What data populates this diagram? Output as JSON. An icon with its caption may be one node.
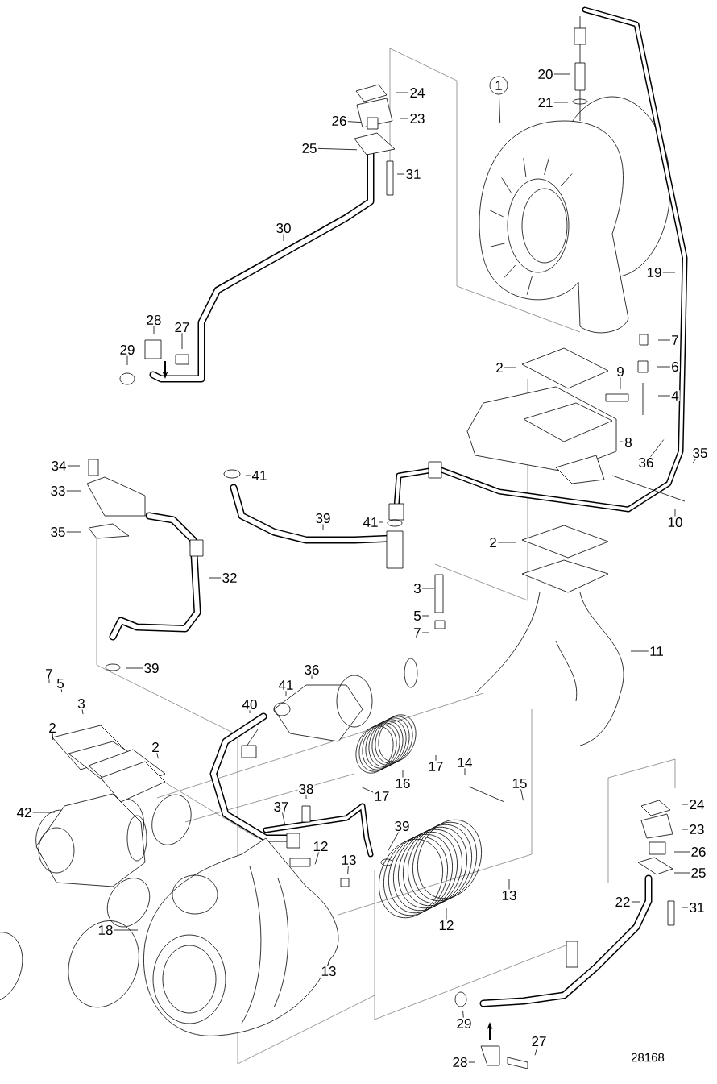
{
  "diagram": {
    "nodes": [
      {
        "text": [
          "1"
        ]
      },
      {
        "text": [
          "20"
        ]
      },
      {
        "text": [
          "21"
        ]
      },
      {
        "text": [
          "24"
        ]
      },
      {
        "text": [
          "23"
        ]
      },
      {
        "text": [
          "26"
        ]
      },
      {
        "text": [
          "25"
        ]
      },
      {
        "text": [
          "31"
        ]
      },
      {
        "text": [
          "30"
        ]
      },
      {
        "text": [
          "19"
        ]
      },
      {
        "text": [
          "28"
        ]
      },
      {
        "text": [
          "27"
        ]
      },
      {
        "text": [
          "29"
        ]
      },
      {
        "text": [
          "7"
        ]
      },
      {
        "text": [
          "2"
        ]
      },
      {
        "text": [
          "6"
        ]
      },
      {
        "text": [
          "9"
        ]
      },
      {
        "text": [
          "4"
        ]
      },
      {
        "text": [
          "8"
        ]
      },
      {
        "text": [
          "36"
        ]
      },
      {
        "text": [
          "35"
        ]
      },
      {
        "text": [
          "34"
        ]
      },
      {
        "text": [
          "41"
        ]
      },
      {
        "text": [
          "33"
        ]
      },
      {
        "text": [
          "10"
        ]
      },
      {
        "text": [
          "35"
        ]
      },
      {
        "text": [
          "39"
        ]
      },
      {
        "text": [
          "41"
        ]
      },
      {
        "text": [
          "2"
        ]
      },
      {
        "text": [
          "32"
        ]
      },
      {
        "text": [
          "3"
        ]
      },
      {
        "text": [
          "5"
        ]
      },
      {
        "text": [
          "7"
        ]
      },
      {
        "text": [
          "11"
        ]
      },
      {
        "text": [
          "39"
        ]
      },
      {
        "text": [
          "36"
        ]
      },
      {
        "text": [
          "7"
        ]
      },
      {
        "text": [
          "5"
        ]
      },
      {
        "text": [
          "41"
        ]
      },
      {
        "text": [
          "40"
        ]
      },
      {
        "text": [
          "3"
        ]
      },
      {
        "text": [
          "2"
        ]
      },
      {
        "text": [
          "2"
        ]
      },
      {
        "text": [
          "17"
        ]
      },
      {
        "text": [
          "16"
        ]
      },
      {
        "text": [
          "17"
        ]
      },
      {
        "text": [
          "14"
        ]
      },
      {
        "text": [
          "15"
        ]
      },
      {
        "text": [
          "38"
        ]
      },
      {
        "text": [
          "42"
        ]
      },
      {
        "text": [
          "24"
        ]
      },
      {
        "text": [
          "37"
        ]
      },
      {
        "text": [
          "12"
        ]
      },
      {
        "text": [
          "13"
        ]
      },
      {
        "text": [
          "39"
        ]
      },
      {
        "text": [
          "23"
        ]
      },
      {
        "text": [
          "26"
        ]
      },
      {
        "text": [
          "25"
        ]
      },
      {
        "text": [
          "13"
        ]
      },
      {
        "text": [
          "12"
        ]
      },
      {
        "text": [
          "18"
        ]
      },
      {
        "text": [
          "22"
        ]
      },
      {
        "text": [
          "31"
        ]
      },
      {
        "text": [
          "13"
        ]
      },
      {
        "text": [
          "29"
        ]
      },
      {
        "text": [
          "27"
        ]
      },
      {
        "text": [
          "28"
        ]
      }
    ],
    "edges": [
      {
        "from": 0,
        "to": null,
        "arrow": "none"
      },
      {
        "from": 1,
        "to": null,
        "arrow": "none"
      },
      {
        "from": 2,
        "to": null,
        "arrow": "none"
      },
      {
        "from": 3,
        "to": null,
        "arrow": "none"
      },
      {
        "from": 4,
        "to": null,
        "arrow": "none"
      },
      {
        "from": 5,
        "to": null,
        "arrow": "none"
      },
      {
        "from": 6,
        "to": null,
        "arrow": "none"
      },
      {
        "from": 7,
        "to": null,
        "arrow": "none"
      },
      {
        "from": 8,
        "to": null,
        "arrow": "none"
      },
      {
        "from": 9,
        "to": null,
        "arrow": "none"
      },
      {
        "from": 10,
        "to": null,
        "arrow": "none"
      },
      {
        "from": 11,
        "to": null,
        "arrow": "none"
      },
      {
        "from": 12,
        "to": null,
        "arrow": "none"
      },
      {
        "from": 13,
        "to": null,
        "arrow": "none"
      },
      {
        "from": 14,
        "to": null,
        "arrow": "none"
      },
      {
        "from": 15,
        "to": null,
        "arrow": "none"
      },
      {
        "from": 16,
        "to": null,
        "arrow": "none"
      },
      {
        "from": 17,
        "to": null,
        "arrow": "none"
      },
      {
        "from": 18,
        "to": null,
        "arrow": "none"
      },
      {
        "from": 19,
        "to": null,
        "arrow": "none"
      },
      {
        "from": 20,
        "to": null,
        "arrow": "none"
      },
      {
        "from": 21,
        "to": null,
        "arrow": "none"
      },
      {
        "from": 22,
        "to": null,
        "arrow": "none"
      },
      {
        "from": 23,
        "to": null,
        "arrow": "none"
      },
      {
        "from": 24,
        "to": null,
        "arrow": "none"
      },
      {
        "from": 25,
        "to": null,
        "arrow": "none"
      },
      {
        "from": 26,
        "to": null,
        "arrow": "none"
      },
      {
        "from": 27,
        "to": null,
        "arrow": "none"
      },
      {
        "from": 28,
        "to": null,
        "arrow": "none"
      },
      {
        "from": 29,
        "to": null,
        "arrow": "none"
      },
      {
        "from": 30,
        "to": null,
        "arrow": "none"
      },
      {
        "from": 31,
        "to": null,
        "arrow": "none"
      },
      {
        "from": 32,
        "to": null,
        "arrow": "none"
      },
      {
        "from": 33,
        "to": null,
        "arrow": "none"
      },
      {
        "from": 34,
        "to": null,
        "arrow": "none"
      },
      {
        "from": 35,
        "to": null,
        "arrow": "none"
      },
      {
        "from": 36,
        "to": null,
        "arrow": "none"
      },
      {
        "from": 37,
        "to": null,
        "arrow": "none"
      },
      {
        "from": 38,
        "to": null,
        "arrow": "none"
      },
      {
        "from": 39,
        "to": null,
        "arrow": "none"
      },
      {
        "from": 40,
        "to": null,
        "arrow": "none"
      },
      {
        "from": 41,
        "to": null,
        "arrow": "none"
      },
      {
        "from": 42,
        "to": null,
        "arrow": "none"
      },
      {
        "from": 43,
        "to": null,
        "arrow": "none"
      },
      {
        "from": 44,
        "to": null,
        "arrow": "none"
      },
      {
        "from": 45,
        "to": null,
        "arrow": "none"
      },
      {
        "from": 46,
        "to": null,
        "arrow": "none"
      },
      {
        "from": 47,
        "to": null,
        "arrow": "none"
      },
      {
        "from": 48,
        "to": null,
        "arrow": "none"
      },
      {
        "from": 49,
        "to": null,
        "arrow": "none"
      },
      {
        "from": 50,
        "to": null,
        "arrow": "none"
      },
      {
        "from": 51,
        "to": null,
        "arrow": "none"
      },
      {
        "from": 52,
        "to": null,
        "arrow": "none"
      },
      {
        "from": 53,
        "to": null,
        "arrow": "none"
      },
      {
        "from": 54,
        "to": null,
        "arrow": "none"
      },
      {
        "from": 55,
        "to": null,
        "arrow": "none"
      },
      {
        "from": 56,
        "to": null,
        "arrow": "none"
      },
      {
        "from": 57,
        "to": null,
        "arrow": "none"
      },
      {
        "from": 58,
        "to": null,
        "arrow": "none"
      },
      {
        "from": 59,
        "to": null,
        "arrow": "none"
      },
      {
        "from": 60,
        "to": null,
        "arrow": "none"
      },
      {
        "from": 61,
        "to": null,
        "arrow": "none"
      },
      {
        "from": 62,
        "to": null,
        "arrow": "none"
      },
      {
        "from": 63,
        "to": null,
        "arrow": "none"
      },
      {
        "from": 64,
        "to": null,
        "arrow": "none"
      },
      {
        "from": 65,
        "to": null,
        "arrow": "none"
      },
      {
        "from": 66,
        "to": null,
        "arrow": "none"
      }
    ],
    "labels": [
      "28168"
    ]
  }
}
